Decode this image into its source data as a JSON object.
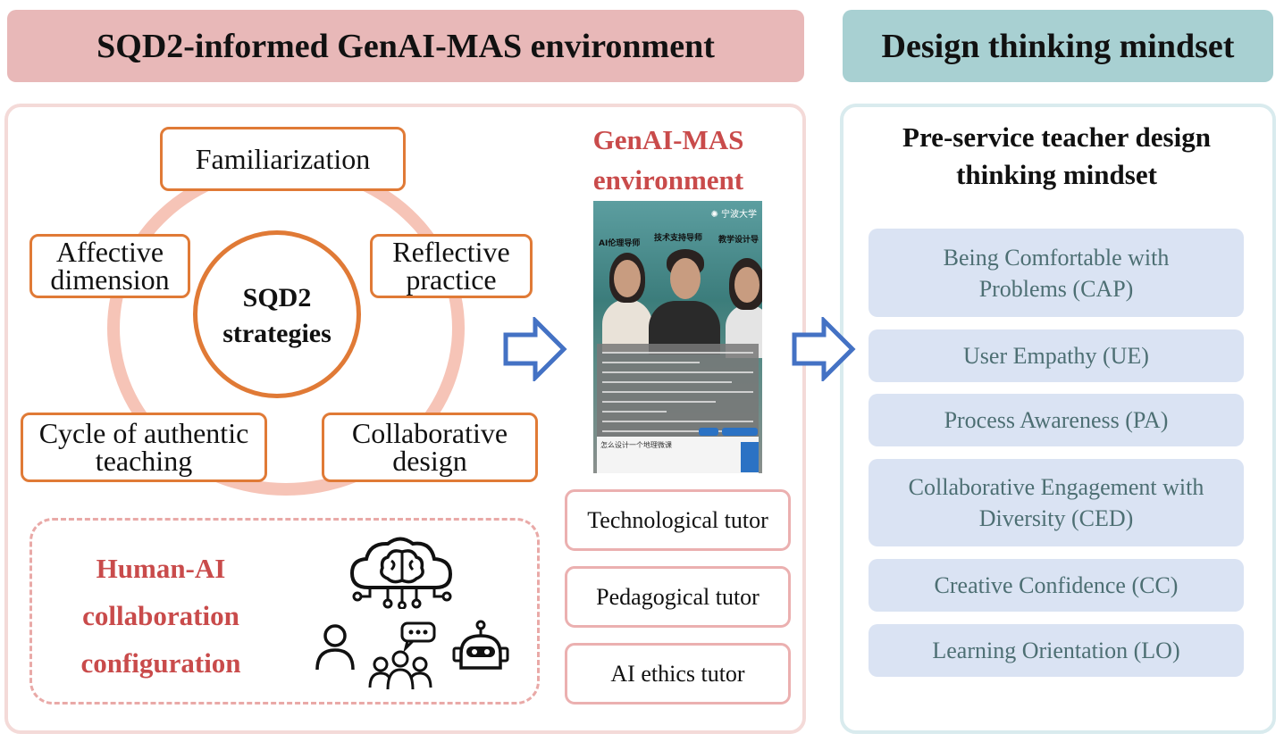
{
  "header": {
    "left_title": "SQD2-informed GenAI-MAS environment",
    "right_title": "Design thinking mindset"
  },
  "sqd2": {
    "center_label": "SQD2 strategies",
    "strategies": [
      "Familiarization",
      "Reflective practice",
      "Collaborative design",
      "Cycle of authentic teaching",
      "Affective dimension"
    ]
  },
  "collab": {
    "title": "Human-AI collaboration configuration",
    "icons": [
      "ai-brain-cloud-icon",
      "person-icon",
      "group-chat-icon",
      "robot-icon"
    ]
  },
  "genai": {
    "title": "GenAI-MAS environment",
    "screenshot_labels": [
      "AI伦理导师",
      "技术支持导师",
      "教学设计导"
    ],
    "input_text": "怎么设计一个地理微课",
    "tutors": [
      "Technological tutor",
      "Pedagogical tutor",
      "AI ethics tutor"
    ]
  },
  "mindset": {
    "title": "Pre-service teacher design thinking mindset",
    "items": [
      "Being Comfortable with Problems (CAP)",
      "User Empathy (UE)",
      "Process Awareness (PA)",
      "Collaborative Engagement with Diversity (CED)",
      "Creative Confidence (CC)",
      "Learning Orientation (LO)"
    ]
  },
  "colors": {
    "left_header": "#e8b8b8",
    "right_header": "#a8d0d2",
    "strategy_border": "#e07a36",
    "ring": "#f6c4b7",
    "accent_red": "#c94b4b",
    "arrow_blue": "#4472c4",
    "mindset_box": "#dae3f3"
  }
}
